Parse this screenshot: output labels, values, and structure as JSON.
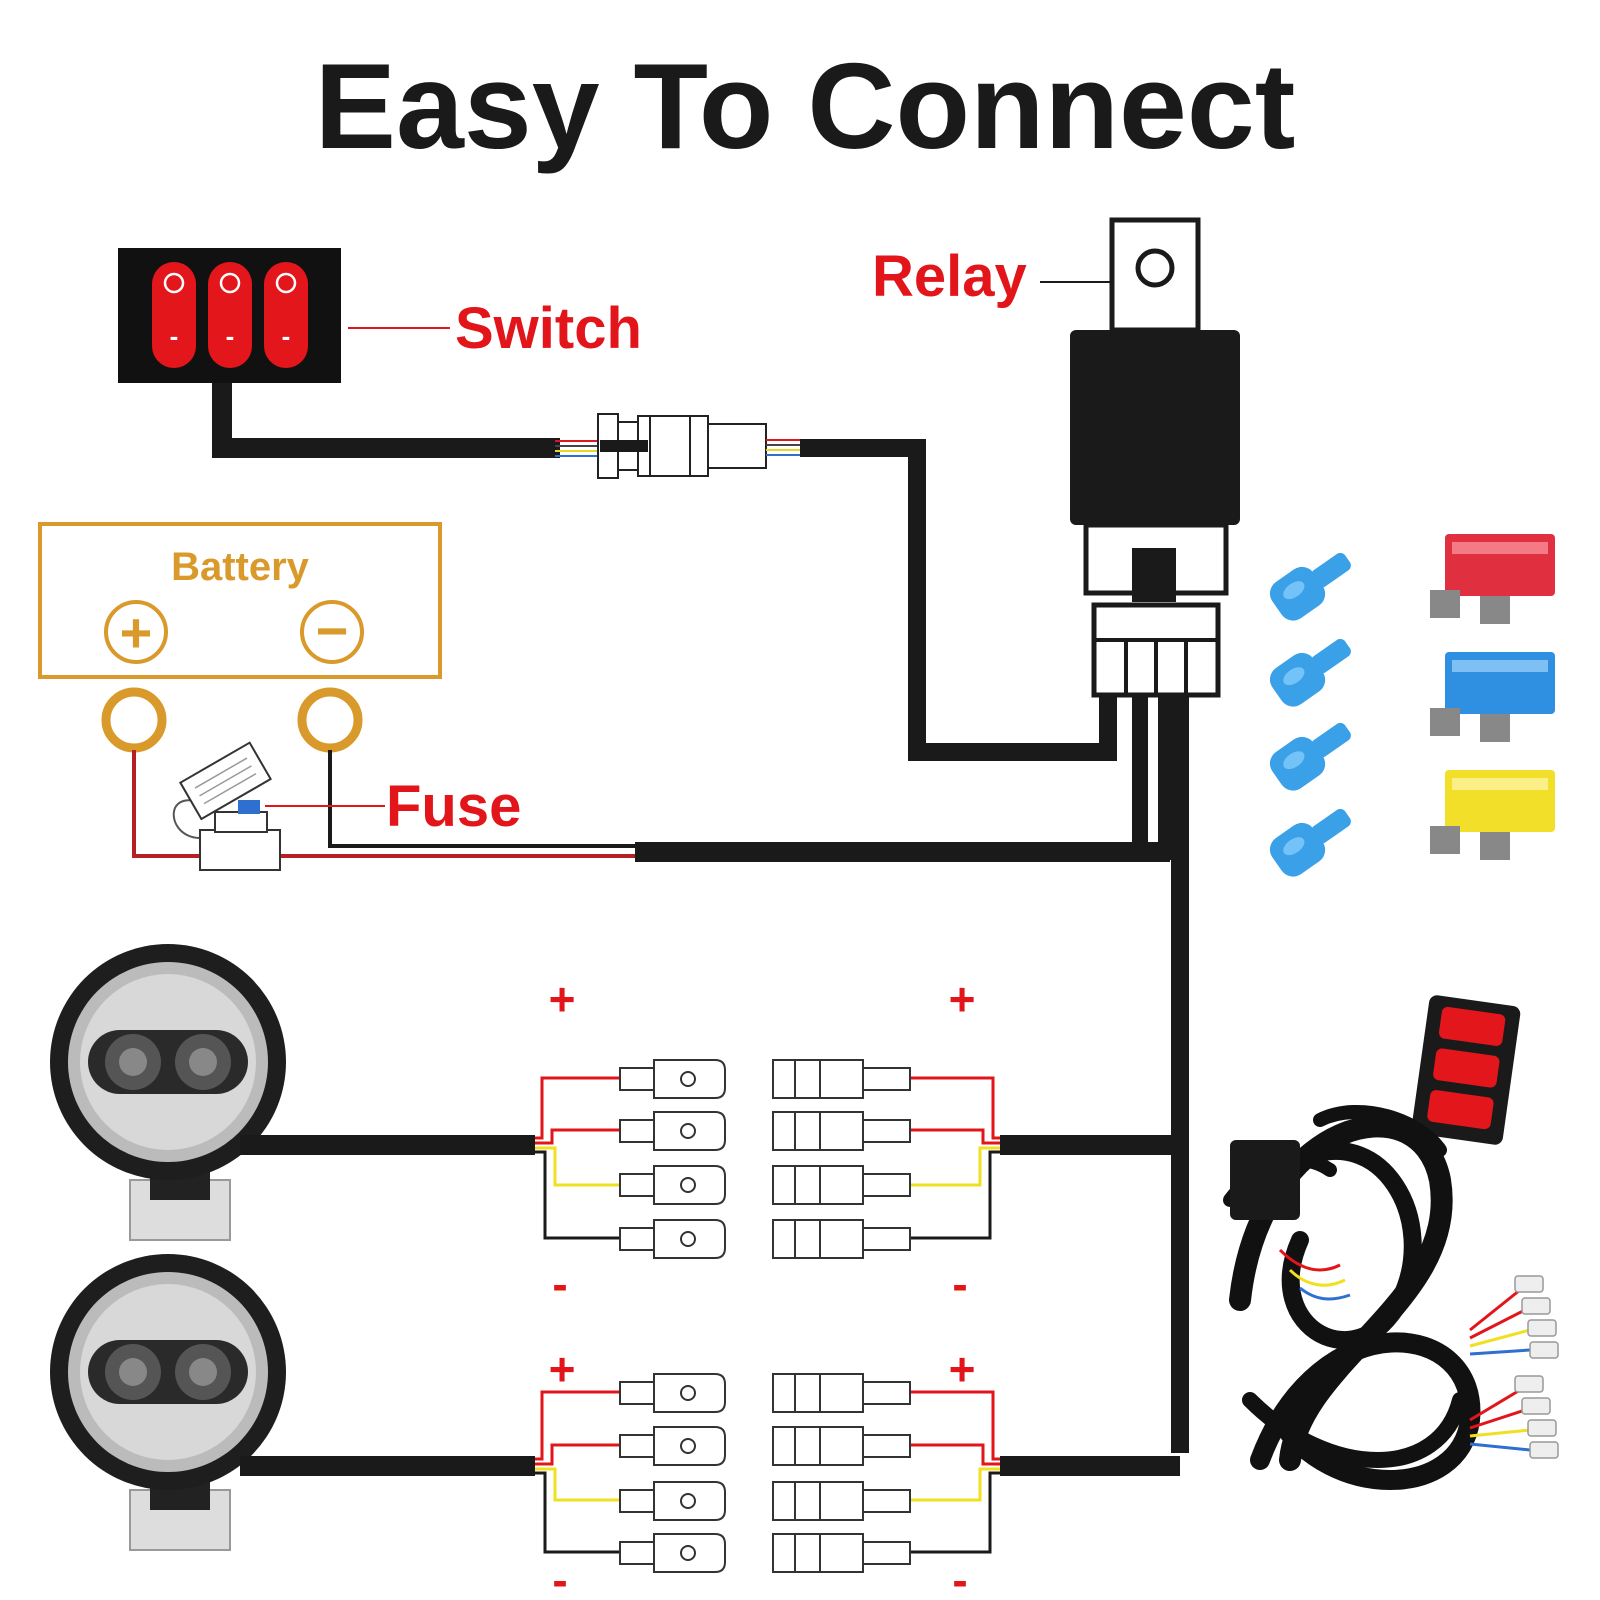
{
  "title": "Easy To Connect",
  "labels": {
    "switch": "Switch",
    "relay": "Relay",
    "battery": "Battery",
    "fuse": "Fuse"
  },
  "battery_terminals": {
    "positive": "+",
    "negative": "−"
  },
  "switch_button_marks": [
    "-",
    "-",
    "-"
  ],
  "connector_polarity": {
    "plus": "+",
    "minus": "-"
  },
  "colors": {
    "wire": "#1a1a1a",
    "label_red": "#e2151b",
    "battery_gold": "#d99a2b",
    "fuse_red": "#e03040",
    "fuse_blue": "#2f8fe0",
    "fuse_yellow": "#f2df2a",
    "terminal_blue": "#3aa0e8"
  }
}
